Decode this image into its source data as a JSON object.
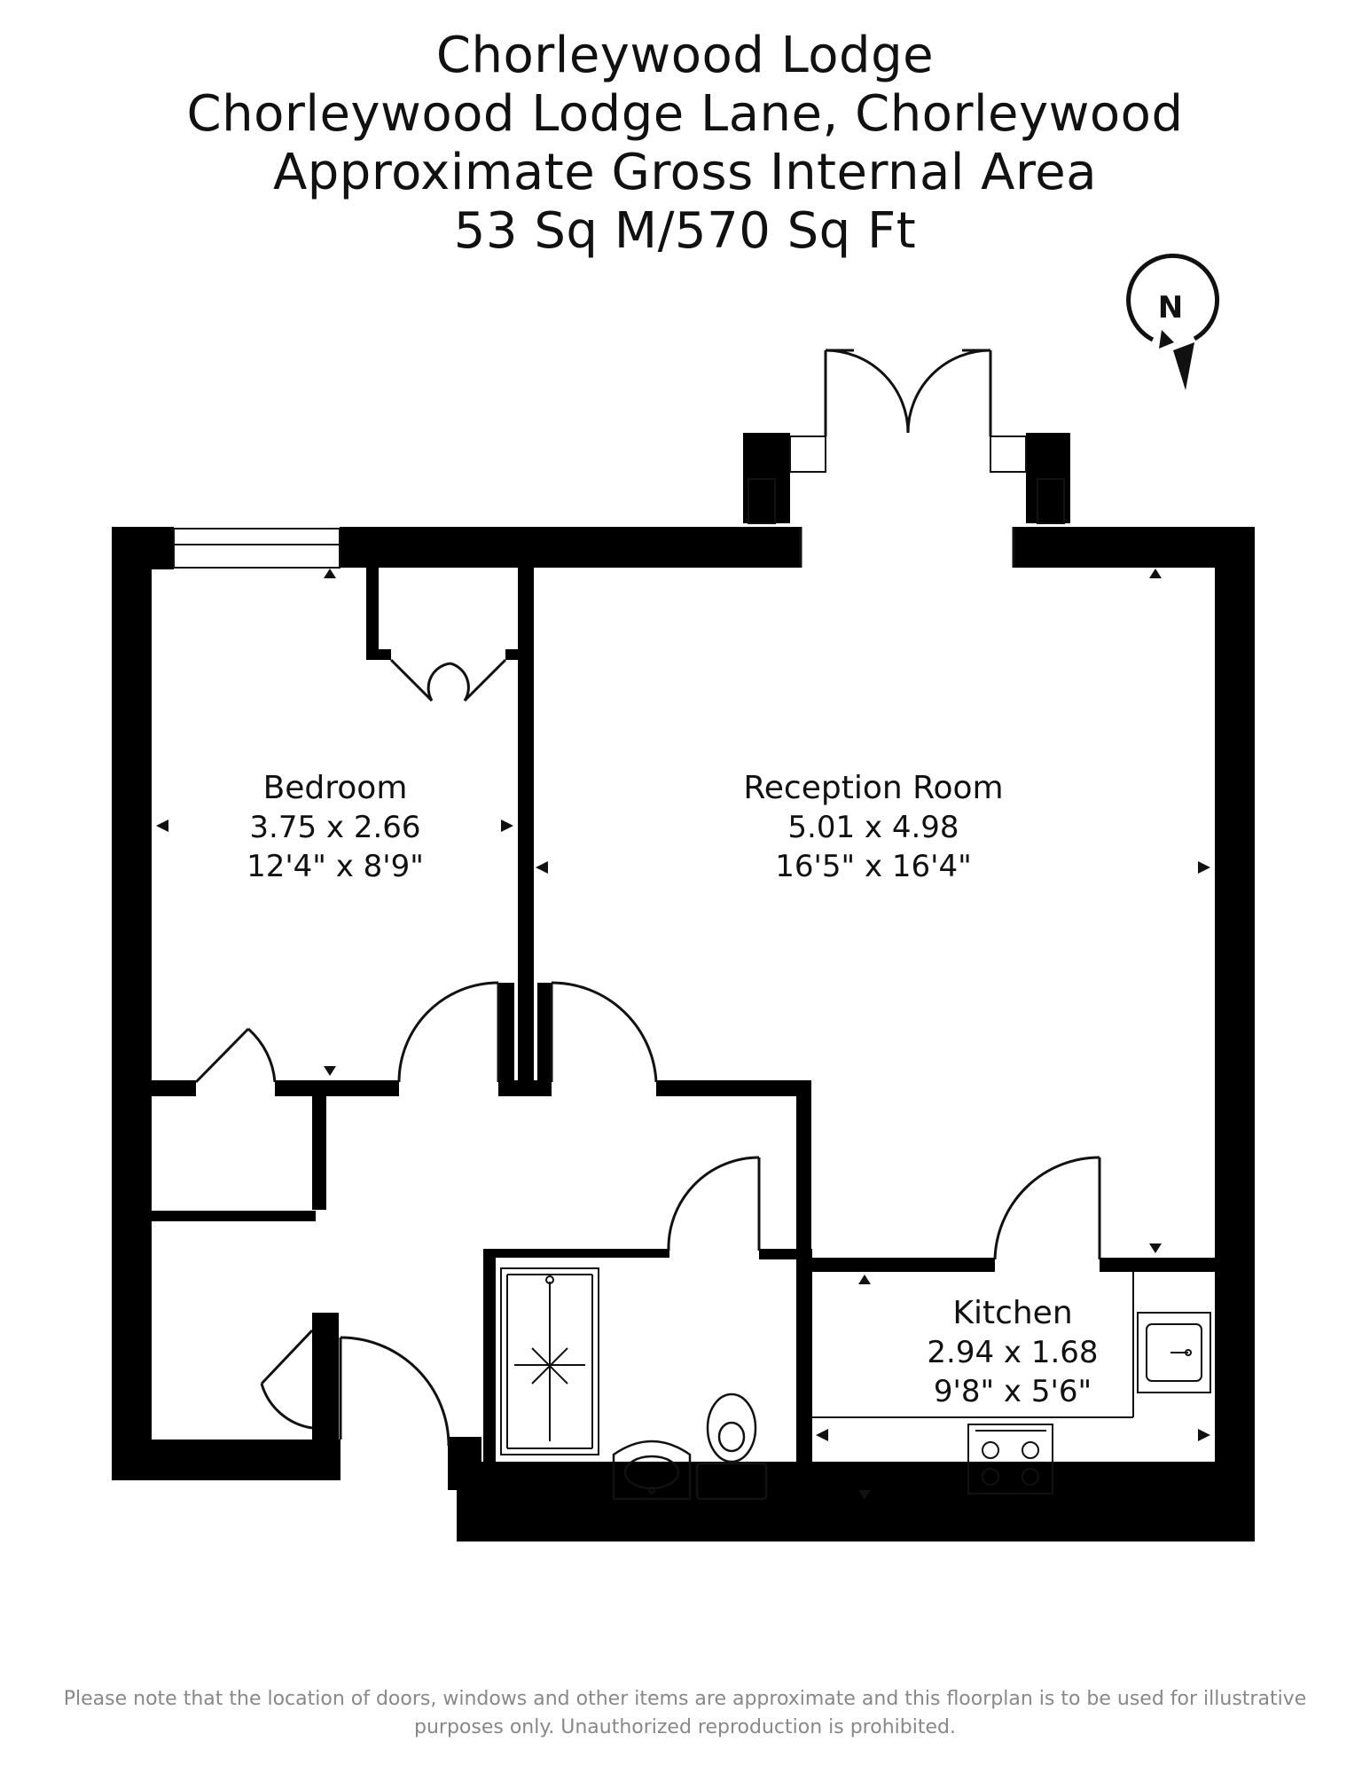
{
  "header": {
    "title": "Chorleywood Lodge",
    "address": "Chorleywood Lodge Lane, Chorleywood",
    "area_label": "Approximate Gross Internal Area",
    "area_value": "53 Sq M/570 Sq Ft"
  },
  "compass": {
    "letter": "N"
  },
  "rooms": {
    "bedroom": {
      "name": "Bedroom",
      "metric": "3.75 x 2.66",
      "imperial": "12'4\" x 8'9\""
    },
    "reception": {
      "name": "Reception Room",
      "metric": "5.01 x 4.98",
      "imperial": "16'5\" x 16'4\""
    },
    "kitchen": {
      "name": "Kitchen",
      "metric": "2.94 x 1.68",
      "imperial": "9'8\" x 5'6\""
    }
  },
  "disclaimer": {
    "line1": "Please note that the location of doors, windows and other items are approximate and this floorplan is to be used for illustrative",
    "line2": "purposes only. Unauthorized reproduction is prohibited."
  },
  "colors": {
    "wall": "#000000",
    "line": "#111111",
    "background": "#ffffff",
    "disclaimer": "#888888"
  }
}
